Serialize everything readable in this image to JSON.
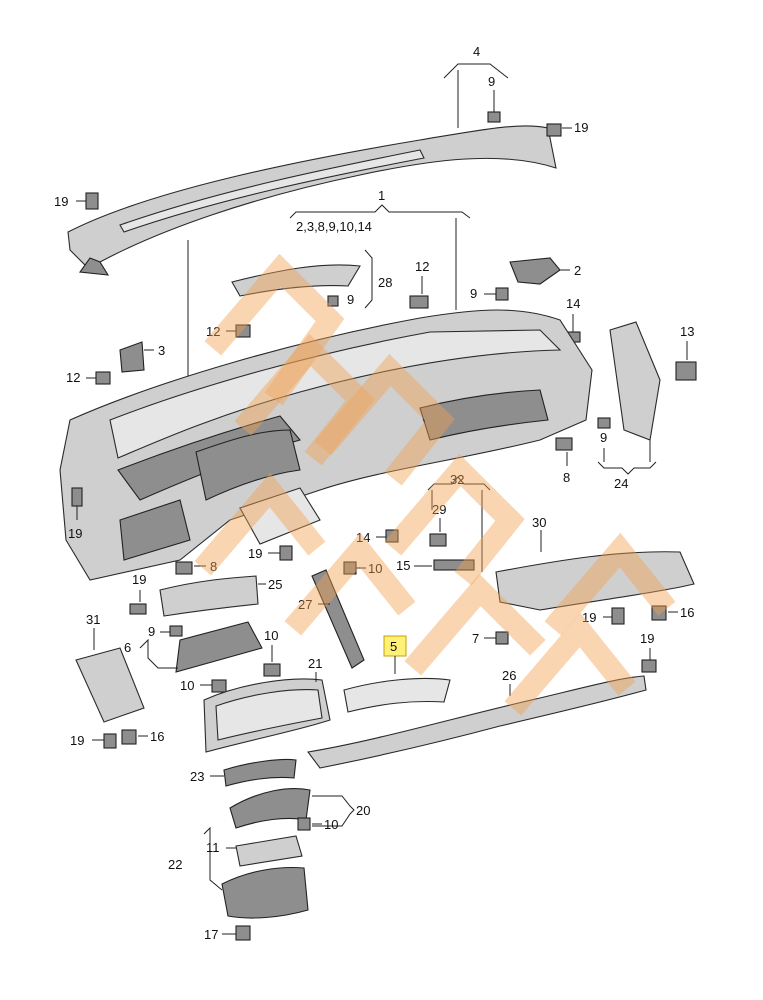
{
  "callouts": {
    "c4": "4",
    "c9a": "9",
    "c19a": "19",
    "c1": "1",
    "c1_sub": "2,3,8,9,10,14",
    "c19b": "19",
    "c28": "28",
    "c9b": "9",
    "c12a": "12",
    "c2": "2",
    "c9c": "9",
    "c14a": "14",
    "c13": "13",
    "c3": "3",
    "c12b": "12",
    "c12c": "12",
    "c9d": "9",
    "c8a": "8",
    "c24": "24",
    "c19c": "19",
    "c32": "32",
    "c29": "29",
    "c30": "30",
    "c14b": "14",
    "c19d": "19",
    "c8b": "8",
    "c10a": "10",
    "c15": "15",
    "c19e": "19",
    "c25": "25",
    "c27": "27",
    "c19f": "19",
    "c16a": "16",
    "c31": "31",
    "c6": "6",
    "c9e": "9",
    "c10b": "10",
    "c10c": "10",
    "c21": "21",
    "c5": "5",
    "c7": "7",
    "c19g": "19",
    "c26": "26",
    "c19h": "19",
    "c16b": "16",
    "c23": "23",
    "c20": "20",
    "c10d": "10",
    "c22": "22",
    "c11": "11",
    "c17": "17"
  },
  "highlight_color": "#fff176",
  "watermark_color": "#f0a050"
}
